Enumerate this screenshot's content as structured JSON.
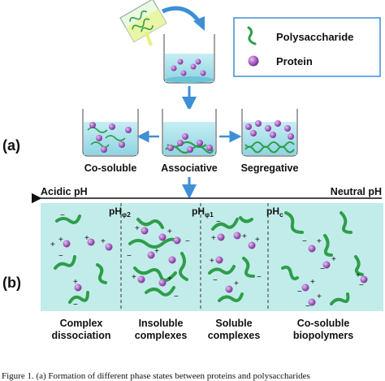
{
  "legend": {
    "polysaccharide_label": "Polysaccharide",
    "protein_label": "Protein"
  },
  "panel_a": {
    "label": "(a)",
    "beakers": [
      "Co-soluble",
      "Associative",
      "Segregative"
    ]
  },
  "panel_b": {
    "label": "(b)",
    "ph_left": "Acidic pH",
    "ph_right": "Neutral pH",
    "ph_markers": [
      {
        "base": "pH",
        "sub": "φ2"
      },
      {
        "base": "pH",
        "sub": "φ1"
      },
      {
        "base": "pH",
        "sub": "c"
      }
    ],
    "regions": [
      {
        "line1": "Complex",
        "line2": "dissociation"
      },
      {
        "line1": "Insoluble",
        "line2": "complexes"
      },
      {
        "line1": "Soluble",
        "line2": "complexes"
      },
      {
        "line1": "Co-soluble",
        "line2": "biopolymers"
      }
    ]
  },
  "caption": "Figure 1. (a) Formation of different phase states between proteins and polysaccharides",
  "colors": {
    "polysaccharide": "#2e9e4a",
    "protein": "#9b4fb5",
    "water": "#a8dfe8",
    "panel_bg": "#c2ecea",
    "arrow": "#3d8fd6",
    "legend_border": "#3d8fd6"
  },
  "icons": [
    "beaker-icon",
    "pouring-beaker-icon",
    "curved-arrow-icon",
    "polysaccharide-chain-icon",
    "protein-particle-icon"
  ]
}
